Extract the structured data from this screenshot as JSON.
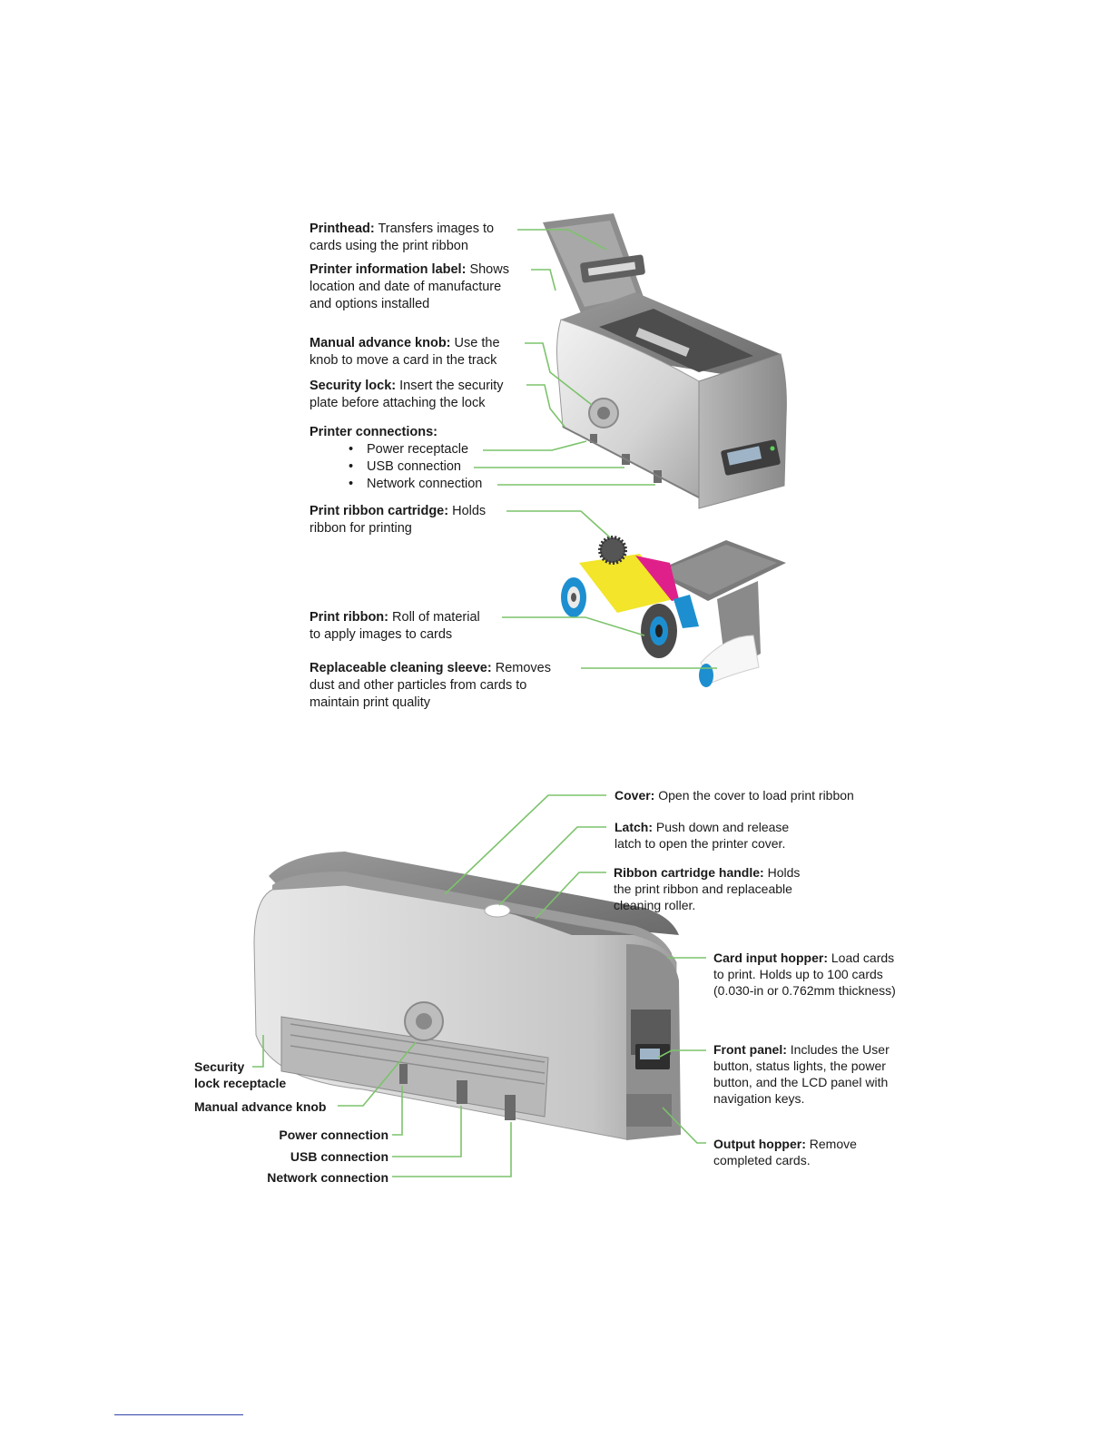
{
  "figure1": {
    "labels": {
      "printhead": {
        "bold": "Printhead:",
        "l1": " Transfers images to",
        "l2": "cards using the print ribbon"
      },
      "info_label": {
        "bold": "Printer information label:",
        "l1": " Shows",
        "l2": "location and date of manufacture",
        "l3": "and options installed"
      },
      "knob": {
        "bold": "Manual advance knob:",
        "l1": " Use the",
        "l2": "knob to move a card in the track"
      },
      "security": {
        "bold": "Security lock:",
        "l1": " Insert the security",
        "l2": "plate before attaching the lock"
      },
      "connections": {
        "bold": "Printer connections:"
      },
      "conn_items": [
        "Power receptacle",
        "USB connection",
        "Network connection"
      ],
      "cartridge": {
        "bold": "Print ribbon cartridge:",
        "l1": " Holds",
        "l2": "ribbon for printing"
      },
      "ribbon": {
        "bold": "Print ribbon:",
        "l1": " Roll of material",
        "l2": "to apply images to cards"
      },
      "sleeve": {
        "bold": "Replaceable cleaning sleeve:",
        "l1": " Removes",
        "l2": "dust and other particles from cards to",
        "l3": "maintain print quality"
      }
    }
  },
  "figure2": {
    "labels": {
      "cover": {
        "bold": "Cover:",
        "l1": " Open the cover to load print ribbon"
      },
      "latch": {
        "bold": "Latch:",
        "l1": " Push down and release",
        "l2": "latch to open the printer cover."
      },
      "handle": {
        "bold": "Ribbon cartridge handle:",
        "l1": " Holds",
        "l2": "the print ribbon and replaceable",
        "l3": "cleaning roller."
      },
      "hopper": {
        "bold": "Card input hopper:",
        "l1": " Load cards",
        "l2": "to print. Holds up to 100 cards",
        "l3": "(0.030-in or 0.762mm thickness)"
      },
      "front": {
        "bold": "Front panel:",
        "l1": " Includes the User",
        "l2": "button, status lights, the power",
        "l3": "button, and the LCD panel with",
        "l4": "navigation keys."
      },
      "output": {
        "bold": "Output hopper:",
        "l1": " Remove",
        "l2": "completed cards."
      },
      "security_l1": "Security",
      "security_l2": "lock receptacle",
      "knob": "Manual advance knob",
      "power": "Power connection",
      "usb": "USB connection",
      "network": "Network connection"
    }
  },
  "colors": {
    "leader": "#7cc36b",
    "body_gray": "#c9c9c9",
    "dark_gray": "#6e6e6e",
    "ribbon_yellow": "#f2e52a",
    "ribbon_magenta": "#e0208a",
    "ribbon_cyan": "#1d8fd0"
  }
}
